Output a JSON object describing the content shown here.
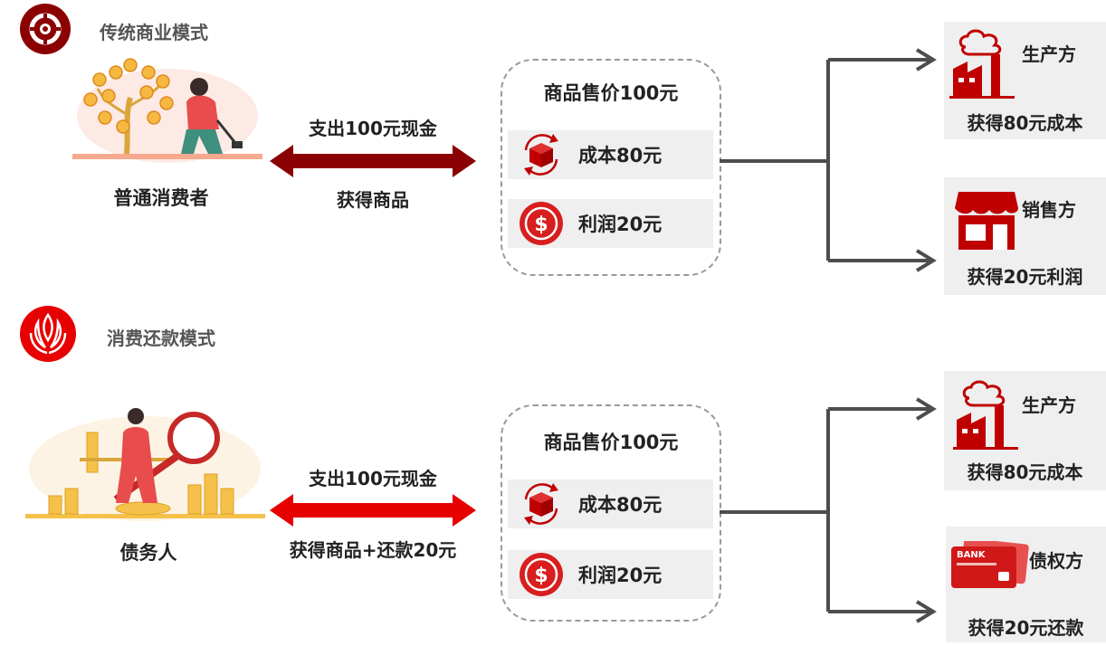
{
  "colors": {
    "accent": "#c00000",
    "dark_red": "#8b0000",
    "bright_red": "#e60000",
    "connector": "#4d4d4d",
    "panel": "#efefef"
  },
  "section1": {
    "title": "传统商业模式",
    "icon": "lifebuoy-icon",
    "person": "普通消费者",
    "arrow_top": "支出100元现金",
    "arrow_bottom": "获得商品",
    "box": {
      "title": "商品售价100元",
      "cost": "成本80元",
      "profit": "利润20元"
    },
    "producer": {
      "name": "生产方",
      "gain": "获得80元成本",
      "icon": "factory-icon"
    },
    "seller": {
      "name": "销售方",
      "gain": "获得20元利润",
      "icon": "store-icon"
    }
  },
  "section2": {
    "title": "消费还款模式",
    "icon": "flame-icon",
    "person": "债务人",
    "arrow_top": "支出100元现金",
    "arrow_bottom": "获得商品+还款20元",
    "box": {
      "title": "商品售价100元",
      "cost": "成本80元",
      "profit": "利润20元"
    },
    "producer": {
      "name": "生产方",
      "gain": "获得80元成本",
      "icon": "factory-icon"
    },
    "creditor": {
      "name": "债权方",
      "gain": "获得20元还款",
      "icon": "bank-card-icon",
      "card_text": "BANK"
    }
  }
}
